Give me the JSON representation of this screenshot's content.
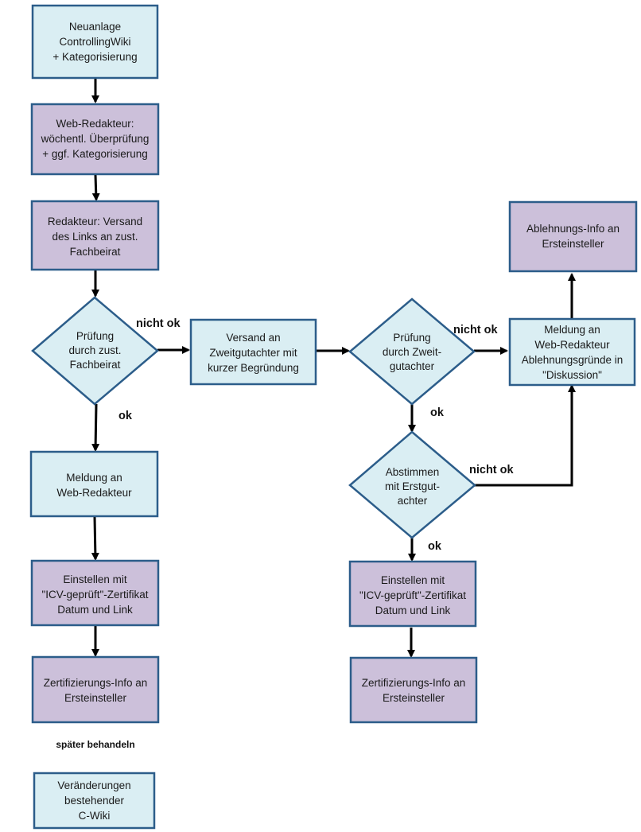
{
  "nodes": {
    "neuanlage": [
      "Neuanlage",
      "ControllingWiki",
      "+ Kategorisierung"
    ],
    "web_redakteur_pruefung": [
      "Web-Redakteur:",
      "wöchentl. Überprüfung",
      "+ ggf. Kategorisierung"
    ],
    "redakteur_versand": [
      "Redakteur: Versand",
      "des Links an zust.",
      "Fachbeirat"
    ],
    "pruefung_fachbeirat": [
      "Prüfung",
      "durch zust.",
      "Fachbeirat"
    ],
    "versand_zweitgutachter": [
      "Versand an",
      "Zweitgutachter mit",
      "kurzer Begründung"
    ],
    "pruefung_zweitgutachter": [
      "Prüfung",
      "durch Zweit-",
      "gutachter"
    ],
    "meldung_ablehnung": [
      "Meldung an",
      "Web-Redakteur",
      "Ablehnungsgründe in",
      "\"Diskussion\""
    ],
    "ablehnungs_info": [
      "Ablehnungs-Info an",
      "Ersteinsteller"
    ],
    "abstimmen_erstgutachter": [
      "Abstimmen",
      "mit Erstgut-",
      "achter"
    ],
    "meldung_web_redakteur": [
      "Meldung an",
      "Web-Redakteur"
    ],
    "einstellen_links": [
      "Einstellen mit",
      "\"ICV-geprüft\"-Zertifikat",
      "Datum und Link"
    ],
    "zertifizierung_links": [
      "Zertifizierungs-Info an",
      "Ersteinsteller"
    ],
    "einstellen_rechts": [
      "Einstellen mit",
      "\"ICV-geprüft\"-Zertifikat",
      "Datum und Link"
    ],
    "zertifizierung_rechts": [
      "Zertifizierungs-Info an",
      "Ersteinsteller"
    ],
    "veraenderungen": [
      "Veränderungen",
      "bestehender",
      "C-Wiki"
    ]
  },
  "edge_labels": {
    "fachbeirat_nicht_ok": "nicht ok",
    "fachbeirat_ok": "ok",
    "zweitgutachter_nicht_ok": "nicht ok",
    "zweitgutachter_ok": "ok",
    "abstimmen_nicht_ok": "nicht ok",
    "abstimmen_ok": "ok"
  },
  "notes": {
    "spaeter": "später behandeln"
  },
  "colors": {
    "light_fill": "#daeef3",
    "purple_fill": "#ccc0da",
    "border": "#2c5d8a",
    "arrow": "#000000"
  }
}
